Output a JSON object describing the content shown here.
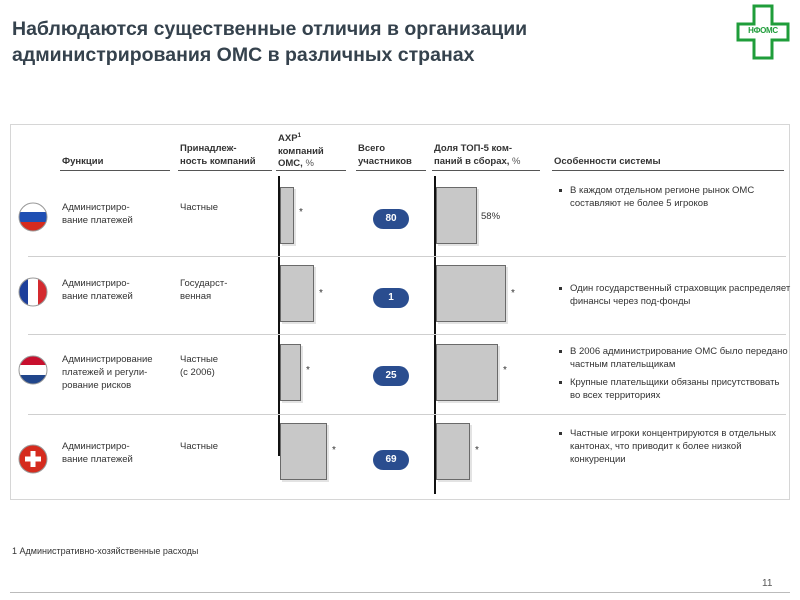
{
  "page": {
    "title_line1": "Наблюдаются существенные отличия в организации",
    "title_line2": "администрирования ОМС в различных странах",
    "logo_text": "НФОМС",
    "footnote": "1 Административно-хозяйственные расходы",
    "page_number": "11"
  },
  "headers": {
    "functions": "Функции",
    "ownership_1": "Принадлеж-",
    "ownership_2": "ность компаний",
    "admin_1": "АХР",
    "admin_sup": "1",
    "admin_2": "компаний",
    "admin_3a": "ОМС, ",
    "admin_3b": "%",
    "total_1": "Всего",
    "total_2": "участников",
    "top5_1": "Доля ТОП-5 ком-",
    "top5_2a": "паний в сборах, ",
    "top5_2b": "%",
    "features": "Особенности системы"
  },
  "rows": [
    {
      "country_flag": "russia-flag-icon",
      "function_1": "Администриро-",
      "function_2": "вание платежей",
      "function_3": "",
      "ownership_1": "Частные",
      "ownership_2": "",
      "admin_share": 0.14,
      "admin_marker": "*",
      "participants": "80",
      "top5_share": 0.58,
      "top5_label": "58%",
      "top5_marker": "",
      "bullets": [
        "В каждом отдельном регионе рынок ОМС составляют не более 5 игроков"
      ]
    },
    {
      "country_flag": "france-flag-icon",
      "function_1": "Администриро-",
      "function_2": "вание платежей",
      "function_3": "",
      "ownership_1": "Государст-",
      "ownership_2": "венная",
      "admin_share": 0.34,
      "admin_marker": "*",
      "participants": "1",
      "top5_share": 1.0,
      "top5_label": "",
      "top5_marker": "*",
      "bullets": [
        "Один государственный страховщик распределяет финансы через под-фонды"
      ]
    },
    {
      "country_flag": "netherlands-flag-icon",
      "function_1": "Администрирование",
      "function_2": "платежей и регули-",
      "function_3": "рование рисков",
      "ownership_1": "Частные",
      "ownership_2": "(с 2006)",
      "admin_share": 0.21,
      "admin_marker": "*",
      "participants": "25",
      "top5_share": 0.88,
      "top5_label": "",
      "top5_marker": "*",
      "bullets": [
        "В 2006 администрирование ОМС было передано частным плательщикам",
        "Крупные плательщики обязаны присутствовать во всех территориях"
      ]
    },
    {
      "country_flag": "switzerland-flag-icon",
      "function_1": "Администриро-",
      "function_2": "вание платежей",
      "function_3": "",
      "ownership_1": "Частные",
      "ownership_2": "",
      "admin_share": 0.47,
      "admin_marker": "*",
      "participants": "69",
      "top5_share": 0.49,
      "top5_label": "",
      "top5_marker": "*",
      "bullets": [
        "Частные игроки концентрируются в отдельных кантонах, что приводит к более низкой конкуренции"
      ]
    }
  ]
}
